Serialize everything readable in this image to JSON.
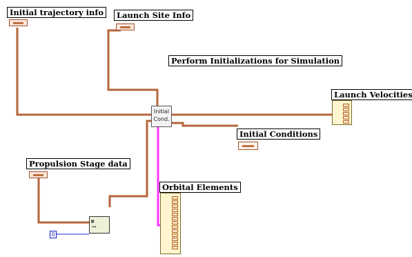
{
  "labels": {
    "initial_trajectory": "Initial trajectory info",
    "launch_site": "Launch Site Info",
    "perform_init": "Perform Initializations for Simulation",
    "launch_velocities": "Launch Velocities",
    "initial_conditions": "Initial Conditions",
    "propulsion": "Propulsion Stage data",
    "orbital_elements": "Orbital Elements"
  },
  "node": {
    "line1": "Initial",
    "line2": "Cond."
  },
  "constant": {
    "value": "0"
  },
  "colors": {
    "wire": "#b5653a",
    "wire_pink": "#ff33ff",
    "wire_blue": "#1a2ad0"
  }
}
